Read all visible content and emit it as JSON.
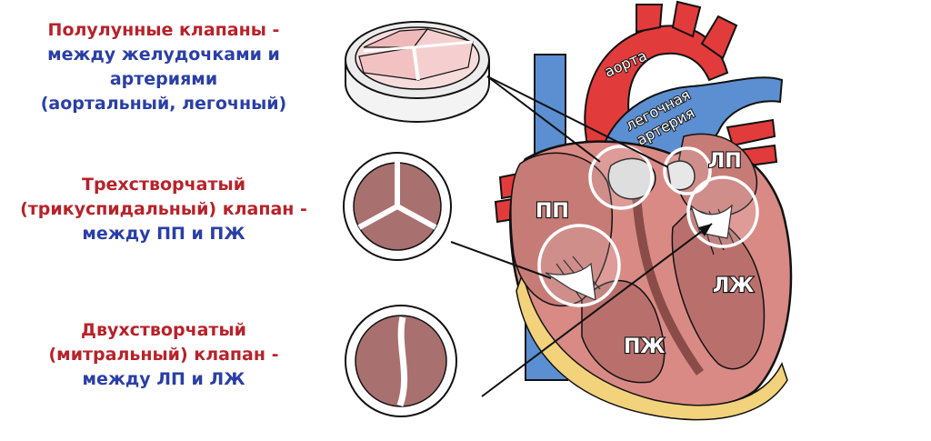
{
  "captions": {
    "semilunar": {
      "line1": "Полулунные клапаны -",
      "line2": "между желудочками и",
      "line3": "артериями",
      "line4": "(аортальный, легочный)"
    },
    "tricuspid": {
      "line1": "Трехстворчатый",
      "line2": "(трикуспидальный) клапан -",
      "line3": "между ПП и ПЖ"
    },
    "mitral": {
      "line1": "Двухстворчатый",
      "line2": "(митральный) клапан -",
      "line3": "между ЛП и ЛЖ"
    }
  },
  "heart_labels": {
    "aorta": "аорта",
    "pulmonary_artery_1": "легочная",
    "pulmonary_artery_2": "артерия",
    "right_atrium": "ПП",
    "left_atrium": "ЛП",
    "left_ventricle": "ЛЖ",
    "right_ventricle": "ПЖ"
  },
  "colors": {
    "title_red": "#b8222a",
    "description_blue": "#2a3fa6",
    "aorta_red": "#e23b3b",
    "pulmonary_blue": "#5b8fd1",
    "myocardium": "#d98a85",
    "valve_leaflet": "#a8706e"
  }
}
